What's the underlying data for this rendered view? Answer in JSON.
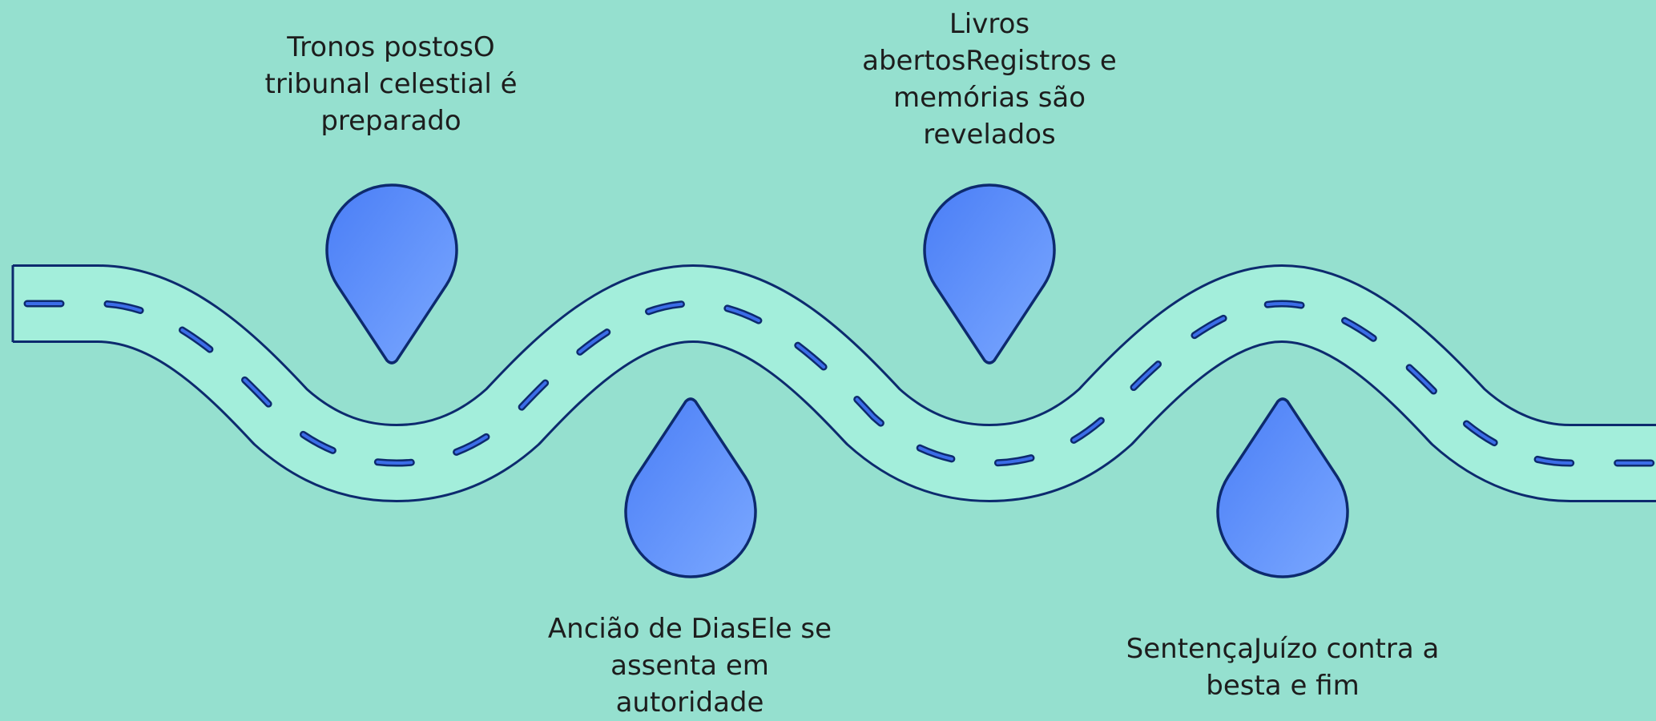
{
  "colors": {
    "background": "#95e0cf",
    "road_fill": "#a3eedb",
    "road_outline": "#0d2a6e",
    "dash": "#3b6de8",
    "pin_light": "#7ba8ff",
    "pin_dark": "#4a7ef6"
  },
  "milestones": [
    {
      "id": "m1",
      "text": "Tronos postosO tribunal celestial é preparado",
      "pin_icon": "map-pin-icon",
      "side": "above"
    },
    {
      "id": "m2",
      "text": "Ancião de DiasEle se assenta em autoridade",
      "pin_icon": "map-pin-icon",
      "side": "below"
    },
    {
      "id": "m3",
      "text": "Livros abertosRegistros e memórias são revelados",
      "pin_icon": "map-pin-icon",
      "side": "above"
    },
    {
      "id": "m4",
      "text": "SentençaJuízo contra a besta e fim",
      "pin_icon": "map-pin-icon",
      "side": "below"
    }
  ]
}
